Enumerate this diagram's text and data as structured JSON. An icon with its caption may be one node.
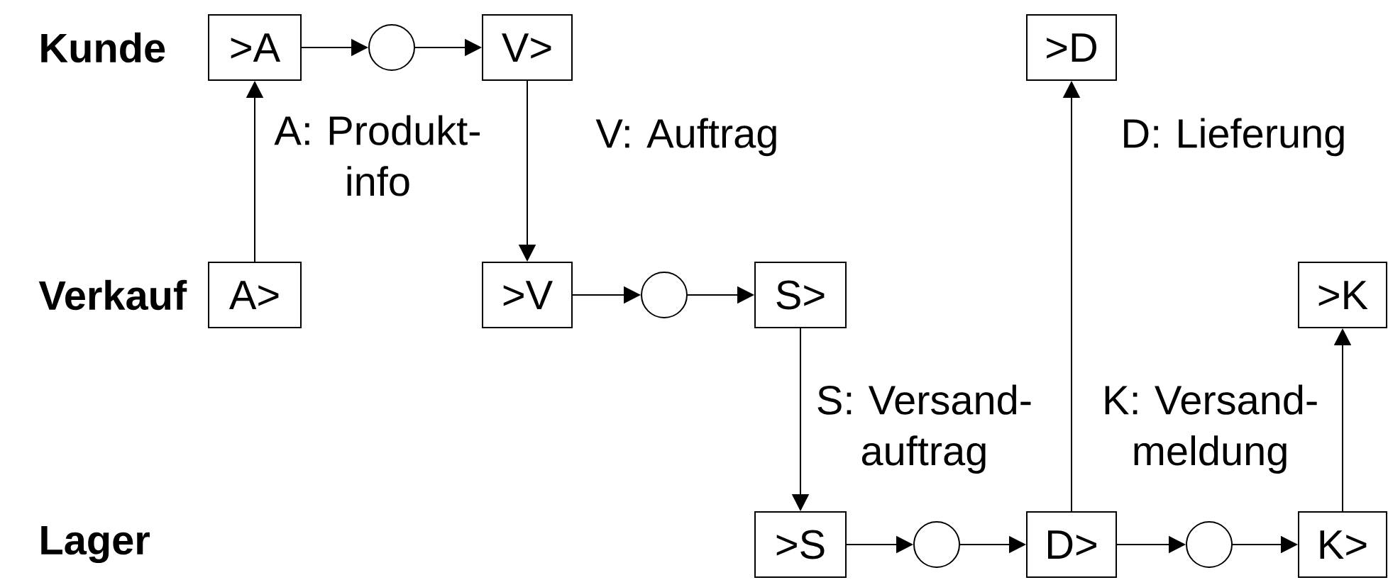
{
  "diagram": {
    "nodes": [
      {
        "text": [
          ">A"
        ]
      },
      {
        "text": [],
        "shape": "circle"
      },
      {
        "text": [
          "V>"
        ]
      },
      {
        "text": [
          ">D"
        ]
      },
      {
        "text": [
          "A>"
        ]
      },
      {
        "text": [
          ">V"
        ]
      },
      {
        "text": [],
        "shape": "circle"
      },
      {
        "text": [
          "S>"
        ]
      },
      {
        "text": [
          ">K"
        ]
      },
      {
        "text": [
          ">S"
        ]
      },
      {
        "text": [],
        "shape": "circle"
      },
      {
        "text": [
          "D>"
        ]
      },
      {
        "text": [],
        "shape": "circle"
      },
      {
        "text": [
          "K>"
        ]
      }
    ],
    "edges": [
      {
        "from": 0,
        "to": 1,
        "arrow": "to"
      },
      {
        "from": 1,
        "to": 2,
        "arrow": "to"
      },
      {
        "from": 4,
        "to": 0,
        "arrow": "to",
        "label": "A: Produkt- info"
      },
      {
        "from": 2,
        "to": 5,
        "arrow": "to",
        "label": "V: Auftrag"
      },
      {
        "from": 5,
        "to": 6,
        "arrow": "to"
      },
      {
        "from": 6,
        "to": 7,
        "arrow": "to"
      },
      {
        "from": 7,
        "to": 9,
        "arrow": "to",
        "label": "S: Versand- auftrag"
      },
      {
        "from": 9,
        "to": 10,
        "arrow": "to"
      },
      {
        "from": 10,
        "to": 11,
        "arrow": "to"
      },
      {
        "from": 11,
        "to": 3,
        "arrow": "to",
        "label": "D: Lieferung"
      },
      {
        "from": 11,
        "to": 12,
        "arrow": "to"
      },
      {
        "from": 12,
        "to": 13,
        "arrow": "to"
      },
      {
        "from": 13,
        "to": 8,
        "arrow": "to",
        "label": "K: Versand- meldung"
      }
    ],
    "labels": [
      "Kunde",
      "Verkauf",
      "Lager"
    ]
  }
}
